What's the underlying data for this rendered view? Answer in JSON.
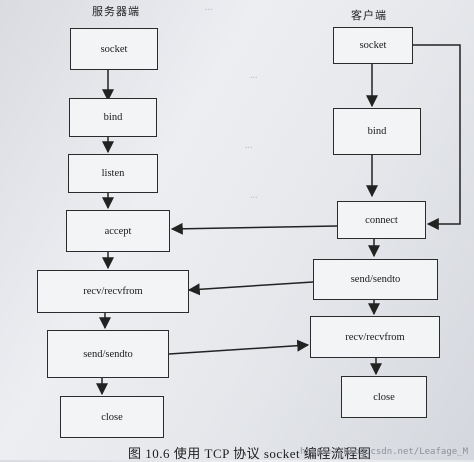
{
  "headings": {
    "server": "服务器端",
    "client": "客户端"
  },
  "server_steps": {
    "socket": "socket",
    "bind": "bind",
    "listen": "listen",
    "accept": "accept",
    "recv": "recv/recvfrom",
    "send": "send/sendto",
    "close": "close"
  },
  "client_steps": {
    "socket": "socket",
    "bind": "bind",
    "connect": "connect",
    "send": "send/sendto",
    "recv": "recv/recvfrom",
    "close": "close"
  },
  "caption": "图 10.6   使用 TCP 协议 socket 编程流程图",
  "watermark": "https://blog.csdn.net/Leafage_M"
}
